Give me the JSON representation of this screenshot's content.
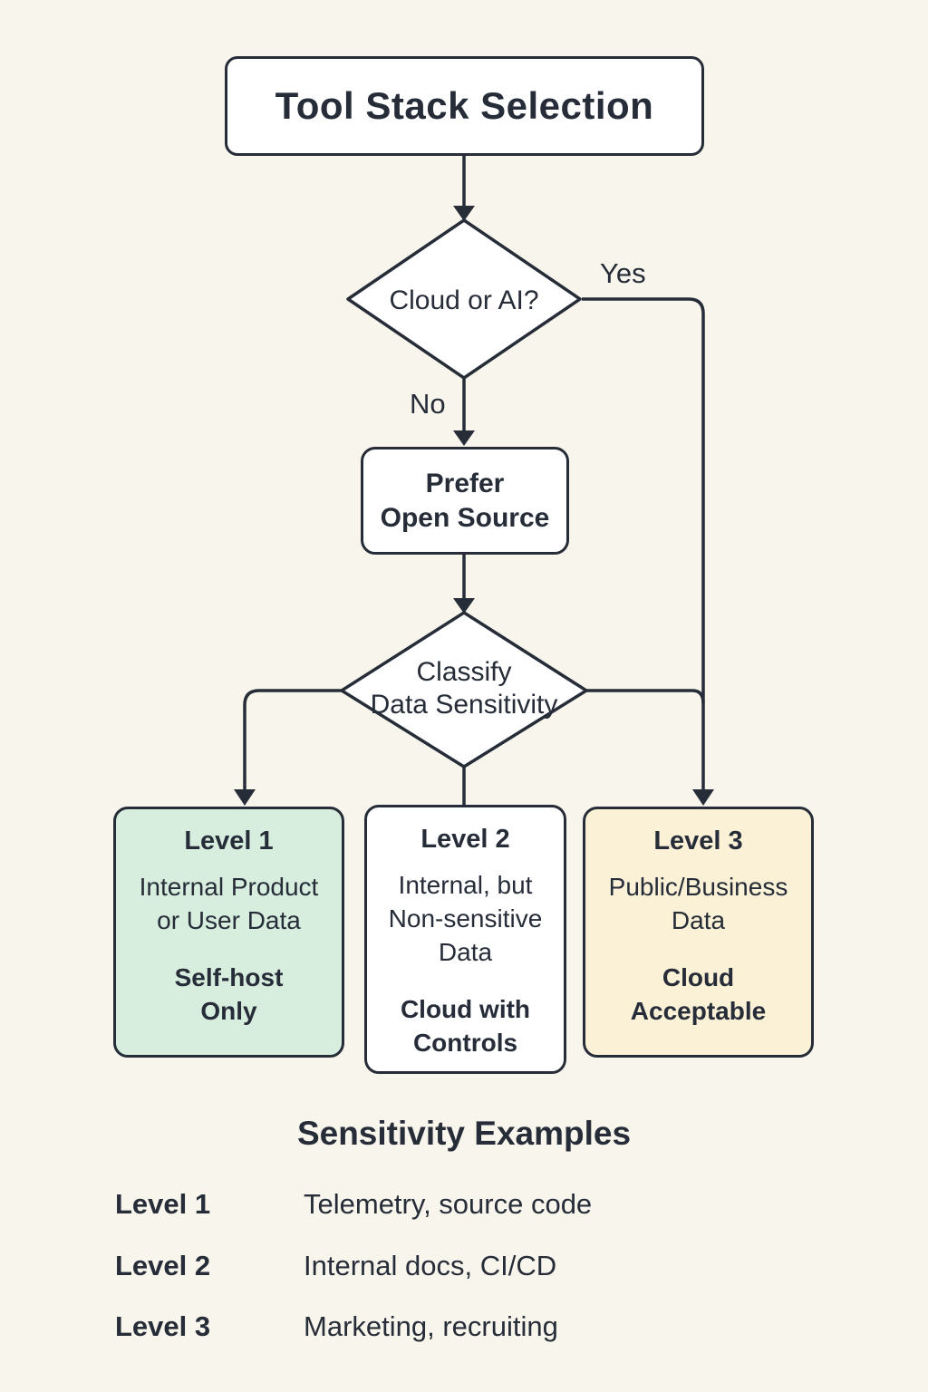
{
  "colors": {
    "background": "#f8f5ec",
    "ink": "#262d38",
    "node_fill": "#ffffff",
    "level1_fill": "#d7eddd",
    "level2_fill": "#ffffff",
    "level3_fill": "#faf1d7"
  },
  "flowchart": {
    "title": "Tool Stack Selection",
    "decision_cloud_or_ai": {
      "label": "Cloud or AI?",
      "yes_label": "Yes",
      "no_label": "No"
    },
    "process_prefer_open_source": {
      "label": "Prefer\nOpen Source"
    },
    "decision_classify": {
      "label": "Classify\nData Sensitivity"
    },
    "outcomes": [
      {
        "title": "Level 1",
        "description": "Internal Product\nor User Data",
        "action": "Self-host\nOnly"
      },
      {
        "title": "Level 2",
        "description": "Internal, but\nNon-sensitive\nData",
        "action": "Cloud with\nControls"
      },
      {
        "title": "Level 3",
        "description": "Public/Business\nData",
        "action": "Cloud\nAcceptable"
      }
    ]
  },
  "examples": {
    "heading": "Sensitivity Examples",
    "rows": [
      {
        "label": "Level 1",
        "value": "Telemetry, source code"
      },
      {
        "label": "Level 2",
        "value": "Internal docs, CI/CD"
      },
      {
        "label": "Level 3",
        "value": "Marketing, recruiting"
      }
    ]
  }
}
